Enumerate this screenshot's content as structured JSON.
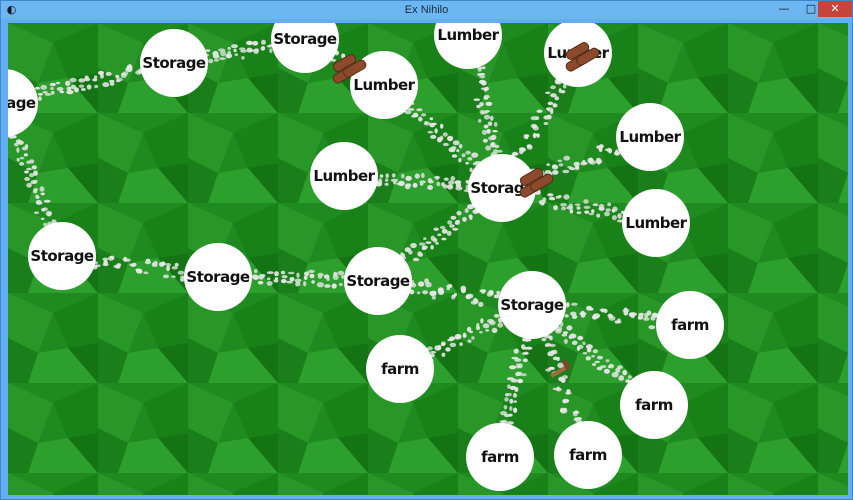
{
  "window": {
    "title": "Ex Nihilo",
    "app_icon": "game-controller-icon",
    "minimize_glyph": "—",
    "maximize_glyph": "□",
    "close_glyph": "✕"
  },
  "colors": {
    "grass": "#1f8a1f",
    "grass_light": "#3cb23c",
    "node_fill": "#ffffff",
    "road": "#e6e6e6",
    "log": "#8b4a2b"
  },
  "nodes": [
    {
      "id": "storage-1",
      "label": "Storage",
      "kind": "storage"
    },
    {
      "id": "storage-2",
      "label": "Storage",
      "kind": "storage"
    },
    {
      "id": "storage-3",
      "label": "Storage",
      "kind": "storage"
    },
    {
      "id": "storage-4",
      "label": "Storage",
      "kind": "storage"
    },
    {
      "id": "storage-5",
      "label": "Storage",
      "kind": "storage"
    },
    {
      "id": "storage-6",
      "label": "Storage",
      "kind": "storage"
    },
    {
      "id": "storage-7",
      "label": "Storage",
      "kind": "storage"
    },
    {
      "id": "storage-8",
      "label": "Storage",
      "kind": "storage"
    },
    {
      "id": "lumber-1",
      "label": "Lumber",
      "kind": "lumber"
    },
    {
      "id": "lumber-2",
      "label": "Lumber",
      "kind": "lumber"
    },
    {
      "id": "lumber-3",
      "label": "Lumber",
      "kind": "lumber"
    },
    {
      "id": "lumber-4",
      "label": "Lumber",
      "kind": "lumber"
    },
    {
      "id": "lumber-5",
      "label": "Lumber",
      "kind": "lumber"
    },
    {
      "id": "lumber-6",
      "label": "Lumber",
      "kind": "lumber"
    },
    {
      "id": "farm-1",
      "label": "farm",
      "kind": "farm"
    },
    {
      "id": "farm-2",
      "label": "farm",
      "kind": "farm"
    },
    {
      "id": "farm-3",
      "label": "farm",
      "kind": "farm"
    },
    {
      "id": "farm-4",
      "label": "farm",
      "kind": "farm"
    },
    {
      "id": "farm-5",
      "label": "farm",
      "kind": "farm"
    }
  ],
  "roads": [
    [
      "storage-1",
      "storage-2"
    ],
    [
      "storage-2",
      "storage-3"
    ],
    [
      "storage-3",
      "lumber-1"
    ],
    [
      "storage-1",
      "storage-4"
    ],
    [
      "storage-4",
      "storage-5"
    ],
    [
      "storage-5",
      "storage-6"
    ],
    [
      "storage-6",
      "storage-7"
    ],
    [
      "storage-6",
      "storage-8"
    ],
    [
      "lumber-1",
      "storage-7"
    ],
    [
      "lumber-2",
      "storage-7"
    ],
    [
      "lumber-3",
      "storage-7"
    ],
    [
      "lumber-4",
      "storage-7"
    ],
    [
      "lumber-5",
      "storage-7"
    ],
    [
      "lumber-6",
      "storage-7"
    ],
    [
      "storage-8",
      "farm-1"
    ],
    [
      "storage-8",
      "farm-2"
    ],
    [
      "storage-8",
      "farm-3"
    ],
    [
      "storage-8",
      "farm-4"
    ],
    [
      "storage-8",
      "farm-5"
    ]
  ],
  "carriers": [
    {
      "id": "log-bundle-1",
      "icon": "log-bundle-icon"
    },
    {
      "id": "log-bundle-2",
      "icon": "log-bundle-icon"
    },
    {
      "id": "log-bundle-3",
      "icon": "log-bundle-icon"
    },
    {
      "id": "hoe-tool",
      "icon": "hoe-icon"
    }
  ]
}
